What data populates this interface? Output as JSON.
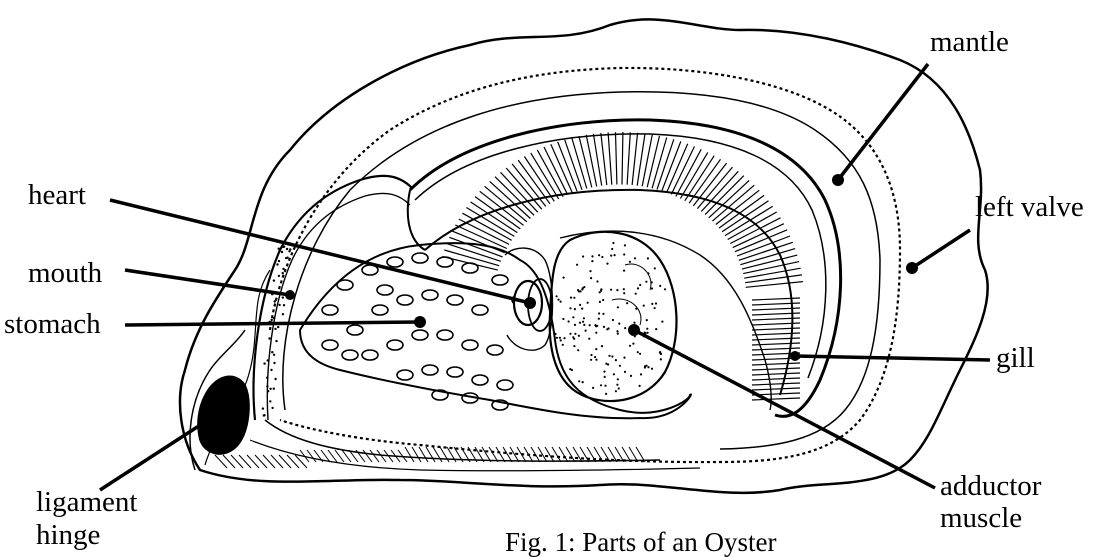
{
  "labels": {
    "mantle": "mantle",
    "left_valve": "left valve",
    "heart": "heart",
    "mouth": "mouth",
    "stomach": "stomach",
    "gill": "gill",
    "ligament": "ligament",
    "hinge": "hinge",
    "adductor": "adductor",
    "muscle": "muscle"
  },
  "caption": "Fig. 1: Parts of an Oyster",
  "colors": {
    "ink": "#000000",
    "paper": "#ffffff"
  }
}
